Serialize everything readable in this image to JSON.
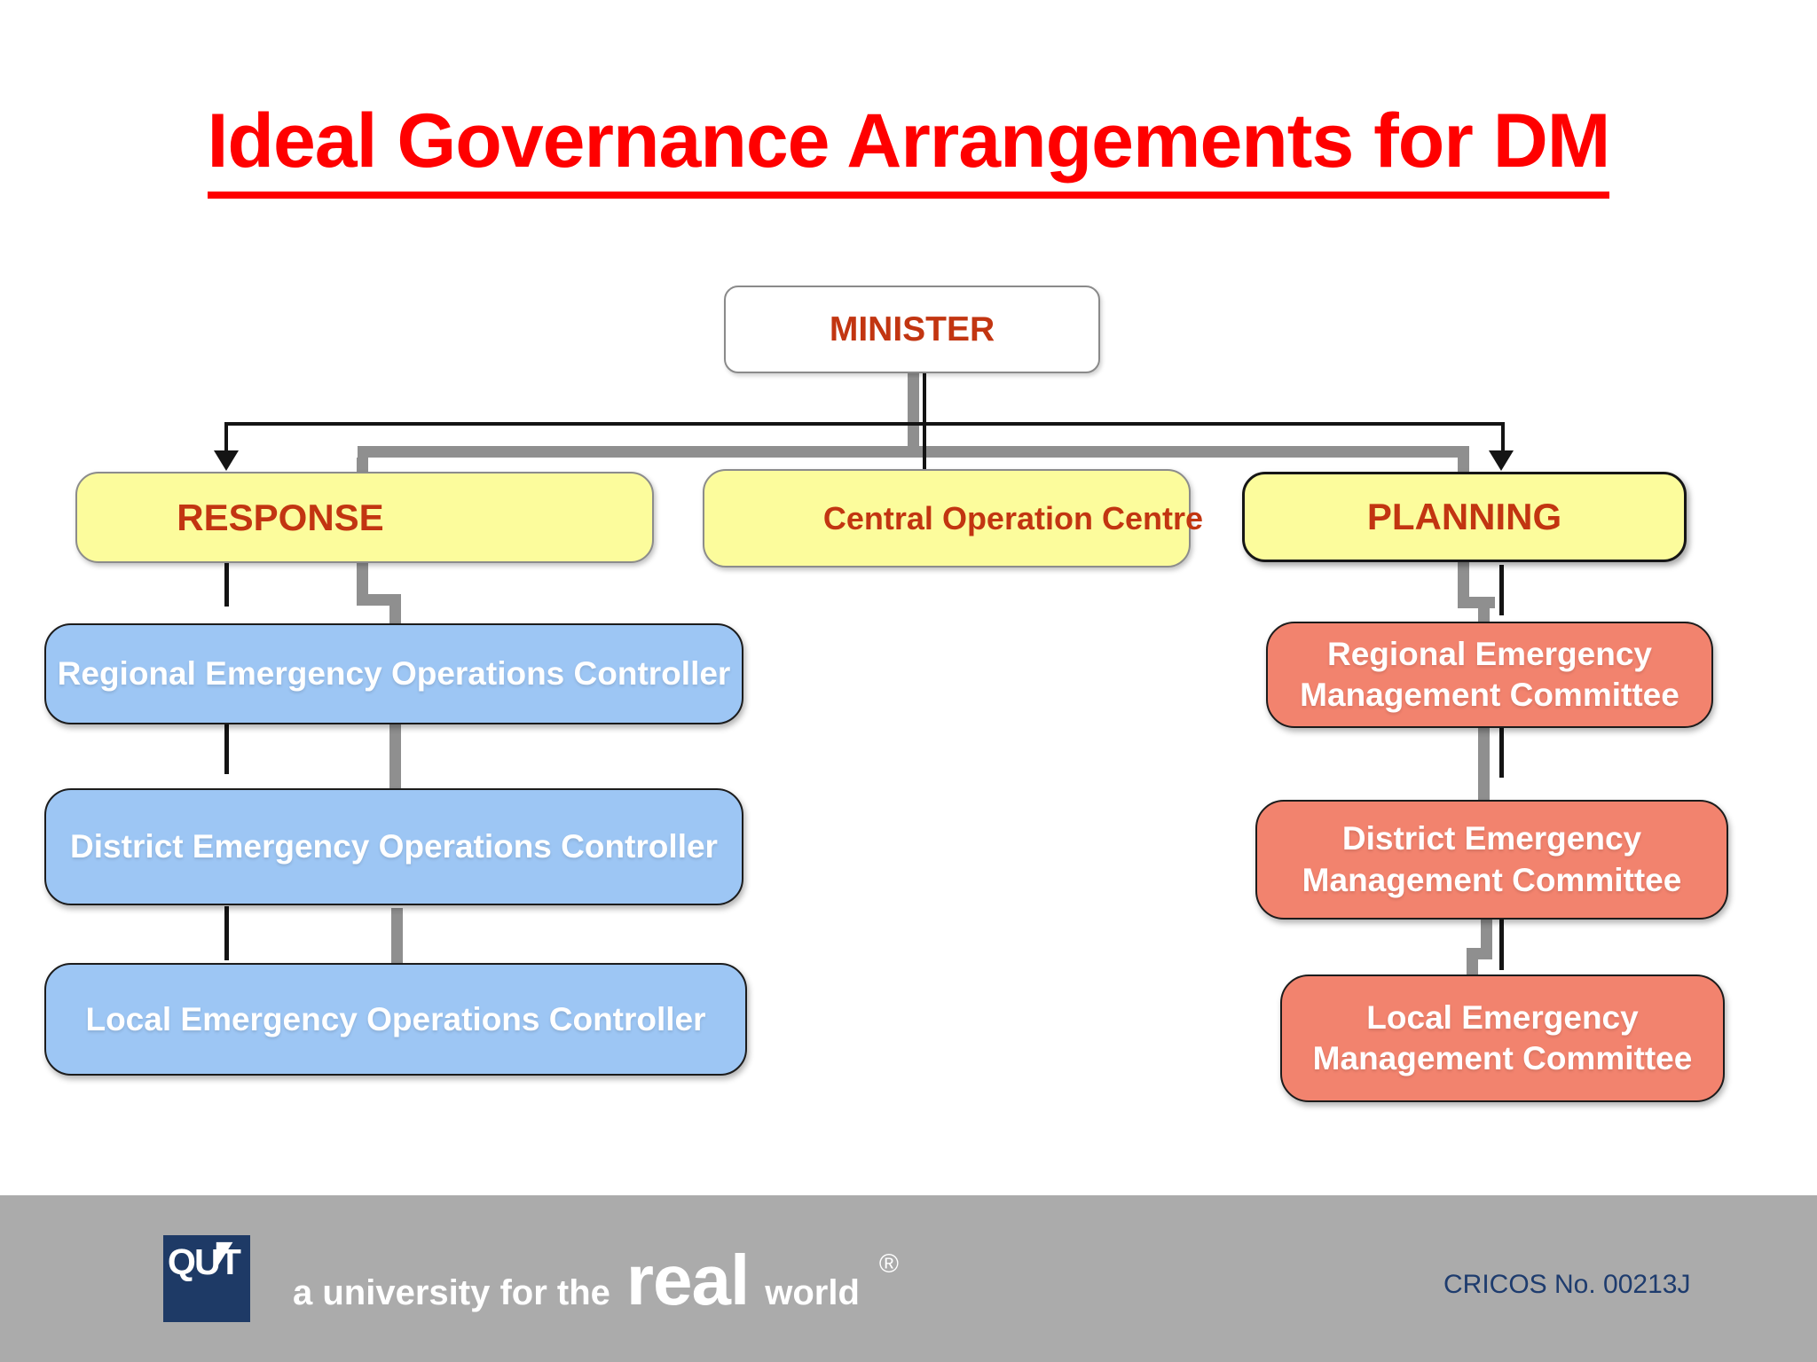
{
  "title": {
    "text": "Ideal Governance Arrangements for DM"
  },
  "nodes": {
    "minister": "MINISTER",
    "response": "RESPONSE",
    "central_operation_centre": "Central Operation Centre",
    "planning": "PLANNING",
    "regional_operations": "Regional Emergency Operations Controller",
    "district_operations": "District Emergency Operations Controller",
    "local_operations": "Local Emergency Operations Controller",
    "regional_committee": "Regional Emergency Management Committee",
    "district_committee": "District Emergency Management Committee",
    "local_committee": "Local Emergency Management Committee"
  },
  "footer": {
    "logo_text": "QUT",
    "tagline_prefix": "a university for the",
    "tagline_emphasis": "real",
    "tagline_suffix": "world",
    "registered_mark": "®",
    "cricos": "CRICOS No. 00213J"
  },
  "colors": {
    "title_red": "#FF0000",
    "heading_text": "#C23511",
    "level_box_fill": "#FCFC9C",
    "operations_fill": "#9DC6F4",
    "committee_fill": "#F2836E",
    "connector_gray": "#8F8F8F",
    "connector_black": "#141414",
    "footer_bar": "#ABABAB",
    "qut_navy": "#1E3A66"
  }
}
